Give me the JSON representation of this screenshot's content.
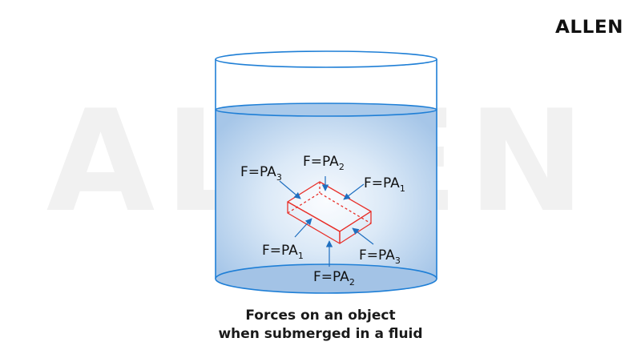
{
  "brand": {
    "logo_text": "ALLEN",
    "watermark_text": "ALLEN"
  },
  "labels": {
    "top_left": {
      "base": "F=PA",
      "sub": "3"
    },
    "top": {
      "base": "F=PA",
      "sub": "2"
    },
    "top_right": {
      "base": "F=PA",
      "sub": "1"
    },
    "bottom_left": {
      "base": "F=PA",
      "sub": "1"
    },
    "bottom_right": {
      "base": "F=PA",
      "sub": "3"
    },
    "bottom": {
      "base": "F=PA",
      "sub": "2"
    }
  },
  "caption": {
    "line1": "Forces on an object",
    "line2": "when submerged in a fluid"
  },
  "colors": {
    "outline": "#1f7fd6",
    "water_top": "#a9c9ea",
    "water_center": "#f4f8fd",
    "object": "#e8302a",
    "arrow": "#1f6fc0"
  }
}
